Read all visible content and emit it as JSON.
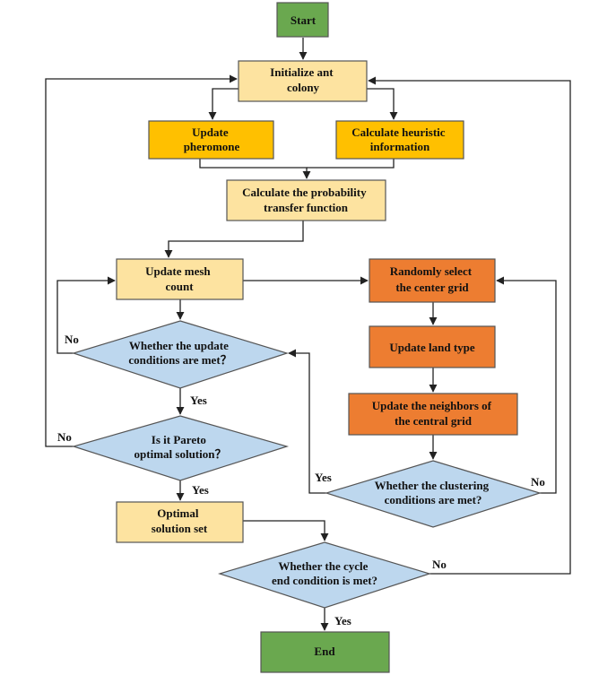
{
  "colors": {
    "green": "#6aa84f",
    "light": "#fde3a0",
    "yellow": "#ffc000",
    "orange": "#ed7d31",
    "diamond": "#bdd7ee"
  },
  "nodes": {
    "start": "Start",
    "init": [
      "Initialize ant",
      "colony"
    ],
    "pheromone": [
      "Update",
      "pheromone"
    ],
    "heuristic": [
      "Calculate heuristic",
      "information"
    ],
    "probability": [
      "Calculate the probability",
      "transfer function"
    ],
    "mesh": [
      "Update mesh",
      "count"
    ],
    "random_grid": [
      "Randomly select",
      "the center grid"
    ],
    "land": "Update land type",
    "neighbors": [
      "Update the neighbors of",
      "the central grid"
    ],
    "update_cond": [
      "Whether the update",
      "conditions are met？"
    ],
    "pareto": [
      "Is it Pareto",
      "optimal solution？"
    ],
    "cluster": [
      "Whether the clustering",
      "conditions are met?"
    ],
    "optimal": [
      "Optimal",
      "solution set"
    ],
    "cycle": [
      "Whether the cycle",
      "end condition is met?"
    ],
    "end": "End"
  },
  "edge_labels": {
    "update_no": "No",
    "update_yes": "Yes",
    "pareto_no": "No",
    "pareto_yes": "Yes",
    "cluster_yes": "Yes",
    "cluster_no": "No",
    "cycle_no": "No",
    "cycle_yes": "Yes"
  }
}
